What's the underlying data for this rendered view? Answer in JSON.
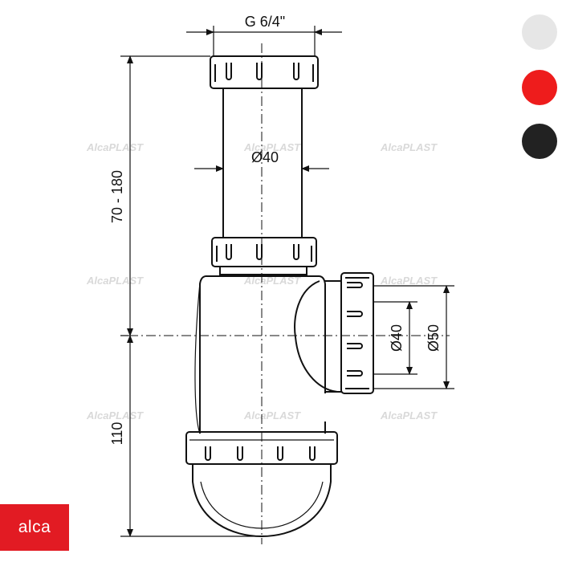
{
  "dimensions": {
    "inlet_thread": "G 6/4\"",
    "pipe_diameter": "Ø40",
    "height_adjustable": "70 - 180",
    "lower_height": "110",
    "outlet_inner_diameter": "Ø40",
    "outlet_outer_diameter": "Ø50"
  },
  "watermark": {
    "text": "AlcaPLAST"
  },
  "color_options": [
    {
      "name": "white",
      "color": "#e6e6e6"
    },
    {
      "name": "red",
      "color": "#ee1c1c"
    },
    {
      "name": "black",
      "color": "#222222"
    }
  ],
  "brand": {
    "logo_text": "alca",
    "color": "#e21b23"
  }
}
